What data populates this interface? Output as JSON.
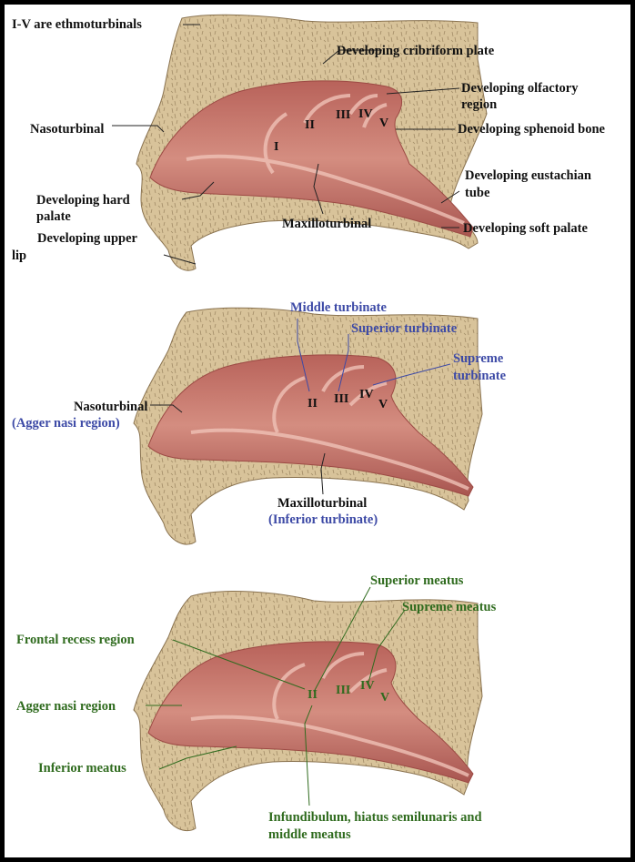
{
  "panel1": {
    "header": "I-V are ethmoturbinals",
    "cribriform": "Developing cribriform plate",
    "olfactory_1": "Developing olfactory",
    "olfactory_2": "region",
    "sphenoid": "Developing sphenoid bone",
    "nasoturbinal": "Nasoturbinal",
    "eustachian_1": "Developing eustachian",
    "eustachian_2": "tube",
    "hard_palate_1": "Developing hard",
    "hard_palate_2": "palate",
    "maxilloturbinal": "Maxilloturbinal",
    "soft_palate": "Developing soft palate",
    "upper_lip_1": "Developing upper",
    "upper_lip_2": "lip",
    "numerals": [
      "I",
      "II",
      "III",
      "IV",
      "V"
    ]
  },
  "panel2": {
    "middle": "Middle turbinate",
    "superior": "Superior turbinate",
    "supreme_1": "Supreme",
    "supreme_2": "turbinate",
    "nasoturbinal": "Nasoturbinal",
    "agger": "(Agger nasi region)",
    "maxilloturbinal": "Maxilloturbinal",
    "inferior": "(Inferior turbinate)",
    "numerals": [
      "II",
      "III",
      "IV",
      "V"
    ]
  },
  "panel3": {
    "superior_meatus": "Superior meatus",
    "supreme_meatus": "Supreme meatus",
    "frontal_recess": "Frontal recess region",
    "agger": "Agger nasi region",
    "inferior_meatus": "Inferior meatus",
    "infundibulum_1": "Infundibulum, hiatus semilunaris and",
    "infundibulum_2": "middle meatus",
    "numerals": [
      "II",
      "III",
      "IV",
      "V"
    ]
  },
  "colors": {
    "bone": "#d8c39a",
    "bone_dark": "#8a7350",
    "mucosa": "#c77a70",
    "mucosa_dark": "#9c4a44",
    "mucosa_light": "#e6b0a4",
    "label_black": "#111111",
    "label_blue": "#3d4aa6",
    "label_green": "#2f6b1e",
    "frame": "#000000"
  }
}
